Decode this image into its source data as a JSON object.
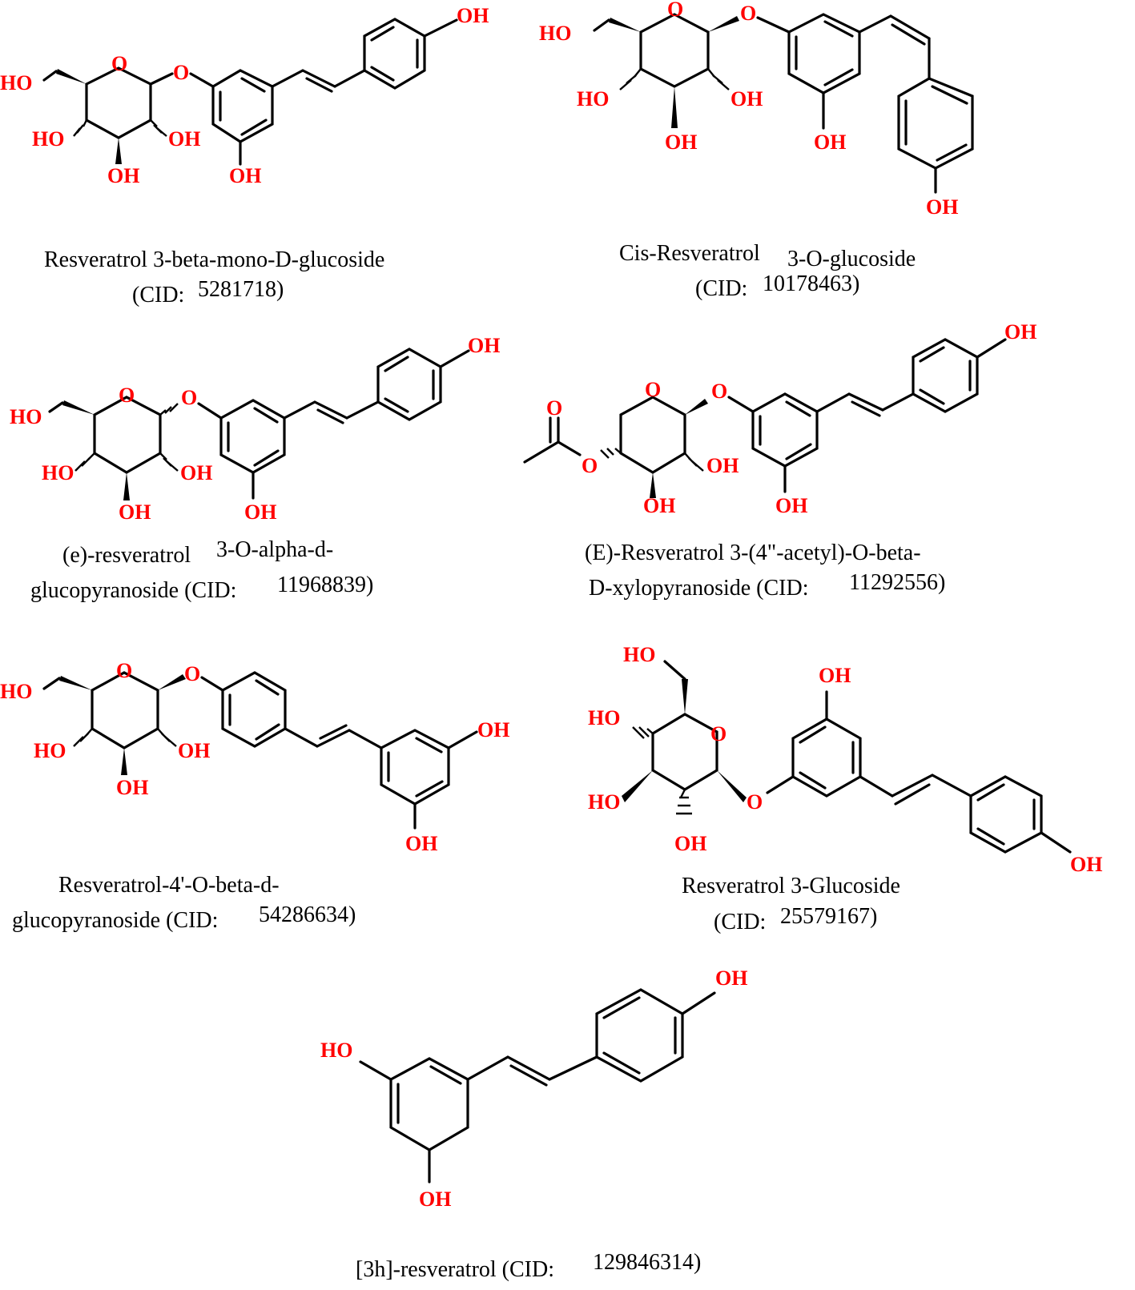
{
  "figure": {
    "compounds": [
      {
        "name": "Resveratrol 3-beta-mono-D-glucoside",
        "cid_prefix": "(CID:",
        "cid_value": "5281718)",
        "labels": [
          "OH",
          "HO",
          "O",
          "O",
          "HO",
          "OH",
          "OH",
          "OH"
        ]
      },
      {
        "name": "Cis-Resveratrol",
        "name_suffix": "3-O-glucoside",
        "cid_prefix": "(CID:",
        "cid_value": "10178463)",
        "labels": [
          "HO",
          "O",
          "O",
          "HO",
          "OH",
          "OH",
          "OH",
          "OH"
        ]
      },
      {
        "name": "(e)-resveratrol",
        "name_suffix": "3-O-alpha-d-",
        "line2": "glucopyranoside (CID:",
        "cid_value": "11968839)",
        "labels": [
          "OH",
          "HO",
          "O",
          "O",
          "HO",
          "OH",
          "OH",
          "OH"
        ]
      },
      {
        "name": "(E)-Resveratrol 3-(4\"-acetyl)-O-beta-",
        "line2": "D-xylopyranoside (CID:",
        "cid_value": "11292556)",
        "labels": [
          "OH",
          "O",
          "O",
          "O",
          "O",
          "OH",
          "OH",
          "OH"
        ]
      },
      {
        "name": "Resveratrol-4'-O-beta-d-",
        "line2": "glucopyranoside (CID:",
        "cid_value": "54286634)",
        "labels": [
          "HO",
          "O",
          "O",
          "HO",
          "OH",
          "OH",
          "OH",
          "OH"
        ]
      },
      {
        "name": "Resveratrol 3-Glucoside",
        "cid_prefix": "(CID:",
        "cid_value": "25579167)",
        "labels": [
          "HO",
          "OH",
          "HO",
          "O",
          "HO",
          "O",
          "OH",
          "OH"
        ]
      },
      {
        "name": "[3h]-resveratrol (CID:",
        "cid_value": "129846314)",
        "labels": [
          "OH",
          "HO",
          "OH"
        ]
      }
    ],
    "colors": {
      "heteroatom": "#ff0000",
      "bond": "#000000",
      "text": "#000000"
    }
  }
}
